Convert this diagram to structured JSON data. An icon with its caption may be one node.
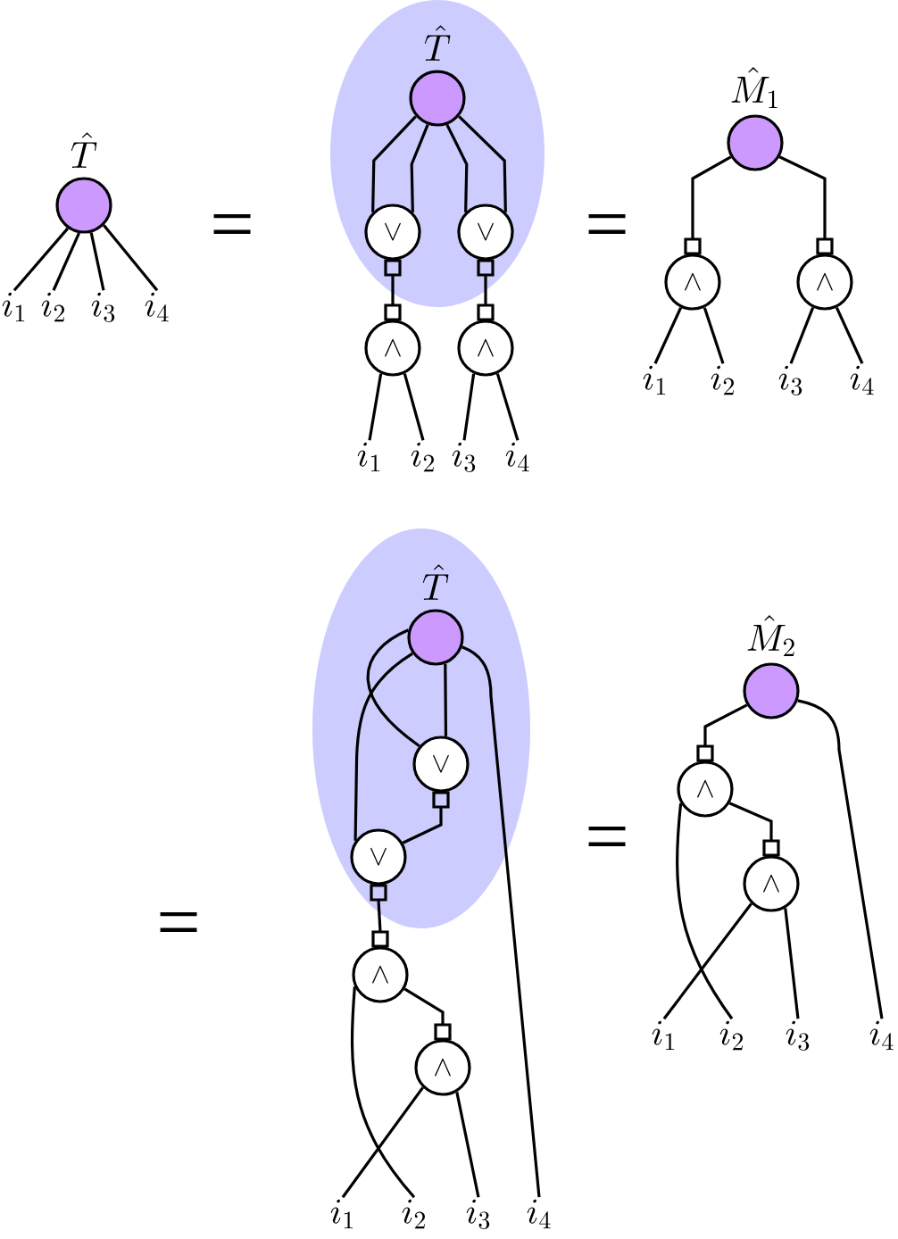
{
  "diagram": {
    "nodes": [
      {
        "text": [],
        "shape": "circle",
        "beside": [
          "\\hat{T}"
        ]
      },
      {
        "text": [
          "i_1"
        ]
      },
      {
        "text": [
          "i_2"
        ]
      },
      {
        "text": [
          "i_3"
        ]
      },
      {
        "text": [
          "i_4"
        ]
      },
      {
        "text": [],
        "shape": "ellipse"
      },
      {
        "text": [],
        "shape": "circle",
        "beside": [
          "\\hat{T}"
        ],
        "in": 5
      },
      {
        "text": [
          "\\vee"
        ],
        "in": 5
      },
      {
        "text": [
          "\\vee"
        ],
        "in": 5
      },
      {
        "text": [
          "\\wedge"
        ]
      },
      {
        "text": [
          "\\wedge"
        ]
      },
      {
        "text": [
          "i_1"
        ]
      },
      {
        "text": [
          "i_2"
        ]
      },
      {
        "text": [
          "i_3"
        ]
      },
      {
        "text": [
          "i_4"
        ]
      },
      {
        "text": [],
        "shape": "circle",
        "beside": [
          "\\hat{M}_1"
        ]
      },
      {
        "text": [
          "\\wedge"
        ]
      },
      {
        "text": [
          "\\wedge"
        ]
      },
      {
        "text": [
          "i_1"
        ]
      },
      {
        "text": [
          "i_2"
        ]
      },
      {
        "text": [
          "i_3"
        ]
      },
      {
        "text": [
          "i_4"
        ]
      },
      {
        "text": [],
        "shape": "ellipse"
      },
      {
        "text": [],
        "shape": "circle",
        "beside": [
          "\\hat{T}"
        ],
        "in": 22
      },
      {
        "text": [
          "\\vee"
        ],
        "in": 22
      },
      {
        "text": [
          "\\vee"
        ],
        "in": 22
      },
      {
        "text": [
          "\\wedge"
        ]
      },
      {
        "text": [
          "\\wedge"
        ]
      },
      {
        "text": [
          "i_1"
        ]
      },
      {
        "text": [
          "i_2"
        ]
      },
      {
        "text": [
          "i_3"
        ]
      },
      {
        "text": [
          "i_4"
        ]
      },
      {
        "text": [],
        "shape": "circle",
        "beside": [
          "\\hat{M}_2"
        ]
      },
      {
        "text": [
          "\\wedge"
        ]
      },
      {
        "text": [
          "\\wedge"
        ]
      },
      {
        "text": [
          "i_1"
        ]
      },
      {
        "text": [
          "i_2"
        ]
      },
      {
        "text": [
          "i_3"
        ]
      },
      {
        "text": [
          "i_4"
        ]
      }
    ],
    "edges": [
      {
        "from": 0,
        "to": 1,
        "arrow": "none"
      },
      {
        "from": 0,
        "to": 2,
        "arrow": "none"
      },
      {
        "from": 0,
        "to": 3,
        "arrow": "none"
      },
      {
        "from": 0,
        "to": 4,
        "arrow": "none"
      },
      {
        "from": 6,
        "to": 7,
        "arrow": "none"
      },
      {
        "from": 6,
        "to": 7,
        "arrow": "none"
      },
      {
        "from": 6,
        "to": 8,
        "arrow": "none"
      },
      {
        "from": 6,
        "to": 8,
        "arrow": "none"
      },
      {
        "from": 7,
        "to": 9,
        "arrow": "none"
      },
      {
        "from": 8,
        "to": 10,
        "arrow": "none"
      },
      {
        "from": 9,
        "to": 11,
        "arrow": "none"
      },
      {
        "from": 9,
        "to": 12,
        "arrow": "none"
      },
      {
        "from": 10,
        "to": 13,
        "arrow": "none"
      },
      {
        "from": 10,
        "to": 14,
        "arrow": "none"
      },
      {
        "from": 15,
        "to": 16,
        "arrow": "none"
      },
      {
        "from": 15,
        "to": 17,
        "arrow": "none"
      },
      {
        "from": 16,
        "to": 18,
        "arrow": "none"
      },
      {
        "from": 16,
        "to": 19,
        "arrow": "none"
      },
      {
        "from": 17,
        "to": 20,
        "arrow": "none"
      },
      {
        "from": 17,
        "to": 21,
        "arrow": "none"
      },
      {
        "from": 23,
        "to": 24,
        "arrow": "none"
      },
      {
        "from": 23,
        "to": 24,
        "arrow": "none"
      },
      {
        "from": 23,
        "to": 25,
        "arrow": "none"
      },
      {
        "from": 23,
        "to": 31,
        "arrow": "none"
      },
      {
        "from": 24,
        "to": 25,
        "arrow": "none"
      },
      {
        "from": 25,
        "to": 26,
        "arrow": "none"
      },
      {
        "from": 26,
        "to": 29,
        "arrow": "none"
      },
      {
        "from": 26,
        "to": 27,
        "arrow": "none"
      },
      {
        "from": 27,
        "to": 28,
        "arrow": "none"
      },
      {
        "from": 27,
        "to": 30,
        "arrow": "none"
      },
      {
        "from": 32,
        "to": 33,
        "arrow": "none"
      },
      {
        "from": 32,
        "to": 38,
        "arrow": "none"
      },
      {
        "from": 33,
        "to": 36,
        "arrow": "none"
      },
      {
        "from": 33,
        "to": 34,
        "arrow": "none"
      },
      {
        "from": 34,
        "to": 35,
        "arrow": "none"
      },
      {
        "from": 34,
        "to": 37,
        "arrow": "none"
      }
    ],
    "labels": [
      "=",
      "=",
      "=",
      "="
    ]
  }
}
